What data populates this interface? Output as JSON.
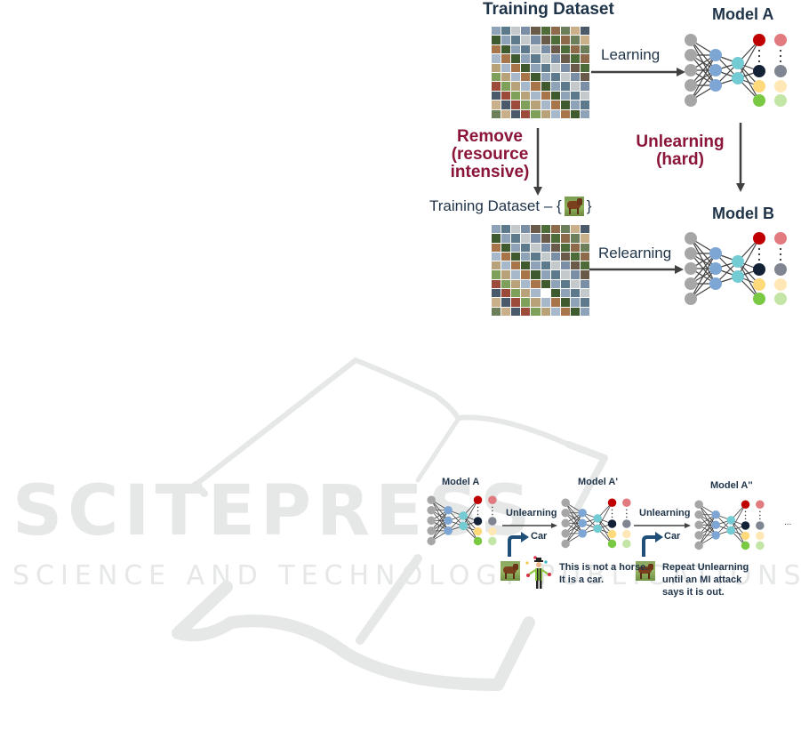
{
  "watermark": {
    "brand": "SCITEPRESS",
    "tagline": "SCIENCE AND TECHNOLOGY PUBLICATIONS"
  },
  "top_diagram": {
    "training_dataset_title": "Training Dataset",
    "model_a_title": "Model A",
    "learning_label": "Learning",
    "remove_label_lines": [
      "Remove",
      "(resource",
      "intensive)"
    ],
    "unlearning_label_lines": [
      "Unlearning",
      "(hard)"
    ],
    "reduced_dataset_prefix": "Training Dataset – {",
    "reduced_dataset_suffix": "}",
    "model_b_title": "Model B",
    "relearning_label": "Relearning"
  },
  "bottom_diagram": {
    "model_a_title": "Model A",
    "model_a_prime_title": "Model A'",
    "model_a_double_prime_title": "Model A''",
    "unlearning_label_1": "Unlearning",
    "unlearning_label_2": "Unlearning",
    "car_label_1": "Car",
    "car_label_2": "Car",
    "juggler_caption_lines": [
      "This is not a horse.",
      "It is a car."
    ],
    "repeat_caption_lines": [
      "Repeat Unlearning",
      "until an MI attack",
      "says it is out."
    ],
    "ellipsis": "..."
  },
  "colors": {
    "title_text": "#1f3349",
    "emphasis_red": "#8b1538",
    "arrow": "#404040",
    "node_input": "#a6a6a6",
    "node_hidden1": "#7ea6d4",
    "node_hidden2": "#73cbd3",
    "node_out_red": "#c00000",
    "node_out_dark": "#142238",
    "node_out_yellow": "#ffd97a",
    "node_out_green": "#7ac943",
    "node_faded_red": "#e27b80",
    "node_faded_dark": "#7f8691",
    "node_faded_yellow": "#ffe8b5",
    "node_faded_green": "#c3e5a5",
    "curve_arrow": "#1f4e79",
    "watermark": "#e6e7e7"
  }
}
